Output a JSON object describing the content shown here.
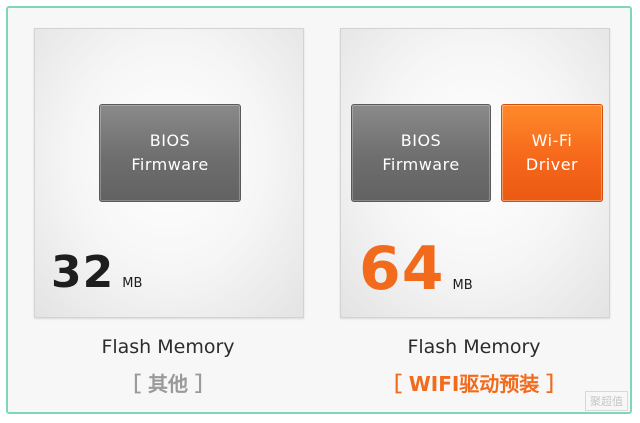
{
  "left_panel": {
    "chip": {
      "line1": "BIOS",
      "line2": "Firmware"
    },
    "memory_value": "32",
    "memory_unit": "MB",
    "caption": "Flash Memory",
    "note": "［ 其他 ］"
  },
  "right_panel": {
    "chip_bios": {
      "line1": "BIOS",
      "line2": "Firmware"
    },
    "chip_wifi": {
      "line1": "Wi-Fi",
      "line2": "Driver"
    },
    "memory_value": "64",
    "memory_unit": "MB",
    "caption": "Flash Memory",
    "note": "［ WIFI驱动预装 ］"
  },
  "watermark": "聚超值",
  "colors": {
    "accent_orange": "#f26b1d",
    "chip_gray": "#6e6e6e",
    "frame_border": "#7fd7b6"
  }
}
